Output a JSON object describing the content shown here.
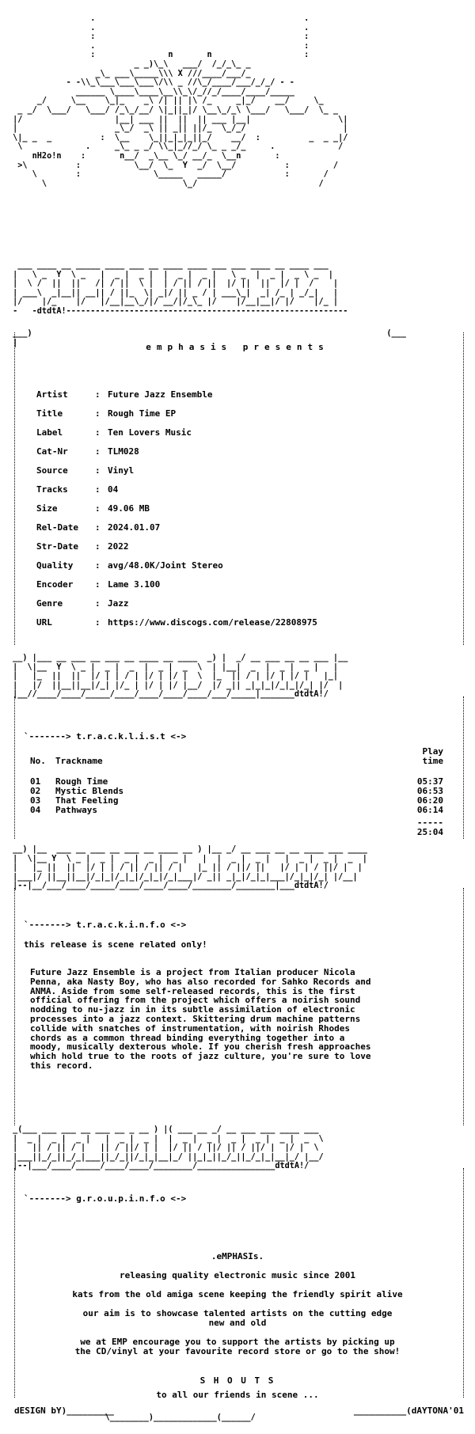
{
  "header": {
    "tag": "dtA!",
    "presents": "emphasis presents"
  },
  "release": {
    "fields": [
      {
        "key": "Artist",
        "value": "Future Jazz Ensemble"
      },
      {
        "key": "Title",
        "value": "Rough Time EP"
      },
      {
        "key": "Label",
        "value": "Ten Lovers Music"
      },
      {
        "key": "Cat-Nr",
        "value": "TLM028"
      },
      {
        "key": "Source",
        "value": "Vinyl"
      },
      {
        "key": "Tracks",
        "value": "04"
      },
      {
        "key": "Size",
        "value": "49.06 MB"
      },
      {
        "key": "Rel-Date",
        "value": "2024.01.07"
      },
      {
        "key": "Str-Date",
        "value": "2022"
      },
      {
        "key": "Quality",
        "value": "avg/48.0K/Joint Stereo"
      },
      {
        "key": "Encoder",
        "value": "Lame 3.100"
      },
      {
        "key": "Genre",
        "value": "Jazz"
      },
      {
        "key": "URL",
        "value": "https://www.discogs.com/release/22808975"
      }
    ],
    "separator": ":"
  },
  "tracklist": {
    "heading": "`-------> t.r.a.c.k.l.i.s.t <->",
    "col_no": "No.",
    "col_name": "Trackname",
    "col_time_1": "Play",
    "col_time_2": "time",
    "tracks": [
      {
        "no": "01",
        "name": "Rough Time",
        "time": "05:37"
      },
      {
        "no": "02",
        "name": "Mystic Blends",
        "time": "06:53"
      },
      {
        "no": "03",
        "name": "That Feeling",
        "time": "06:20"
      },
      {
        "no": "04",
        "name": "Pathways",
        "time": "06:14"
      }
    ],
    "total_rule": "-----",
    "total": "25:04"
  },
  "trackinfo": {
    "heading": "`-------> t.r.a.c.k.i.n.f.o <->",
    "note": "this release is scene related only!",
    "paragraph": "Future Jazz Ensemble is a project from Italian producer Nicola\nPenna, aka Nasty Boy, who has also recorded for Sahko Records and\nANMA. Aside from some self-released records, this is the first\nofficial offering from the project which offers a noirish sound\nnodding to nu-jazz in in its subtle assimilation of electronic\nprocesses into a jazz context. Skittering drum machine patterns\ncollide with snatches of instrumentation, with noirish Rhodes\nchords as a common thread binding everything together into a\nmoody, musically dexterous whole. If you cherish fresh approaches\nwhich hold true to the roots of jazz culture, you're sure to love\nthis record."
  },
  "groupinfo": {
    "heading": "`-------> g.r.o.u.p.i.n.f.o <->",
    "name": ".eMPHASIs.",
    "line1": "releasing quality electronic music since 2001",
    "line2": "kats from the old amiga scene keeping the friendly spirit alive",
    "line3a": "our aim is to showcase talented artists on the cutting edge",
    "line3b": "new and old",
    "line4a": "we at EMP encourage you to support the artists by picking up",
    "line4b": "the CD/vinyl at your favourite record store or go to the show!",
    "shouts": "S H O U T S",
    "shouts_line": "to all our friends in scene ..."
  },
  "footer": {
    "design": "dESIGN bY)",
    "daytona": "(dAYTONA'01"
  }
}
